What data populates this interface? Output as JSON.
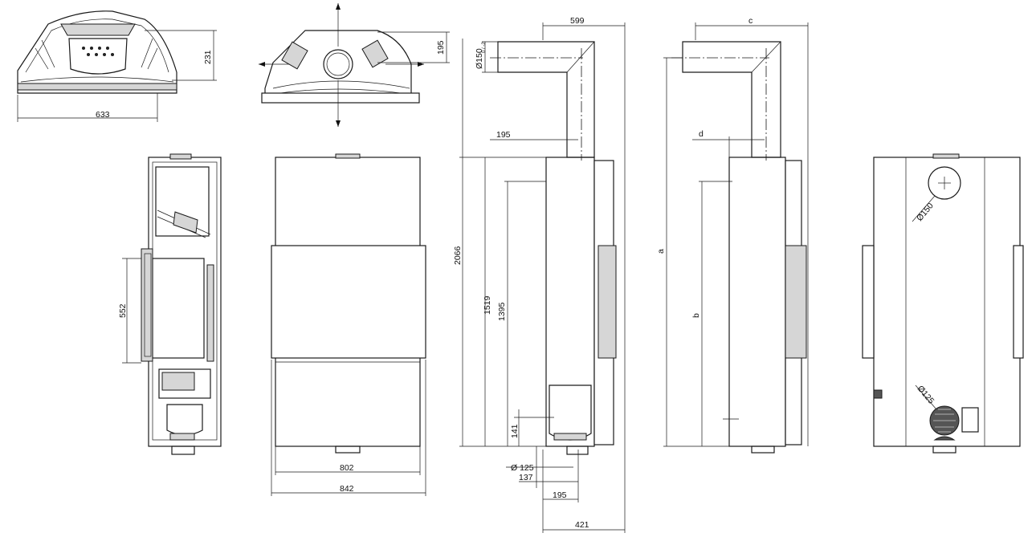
{
  "dimensions": {
    "top_width": "633",
    "top_height": "231",
    "top2_offset": "195",
    "side_height": "552",
    "front_inner_width": "802",
    "front_outer_width": "842",
    "side_total_width": "599",
    "side_flue_diameter": "Ø150",
    "side_flue_tolerance": "0 / -2",
    "side_flue_offset": "195",
    "side_total_height": "2066",
    "side_height_1519": "1519",
    "side_height_1395": "1395",
    "side_bottom_141": "141",
    "side_inlet_diameter": "Ø 125",
    "side_inlet_137": "137",
    "side_inlet_195": "195",
    "side_depth_421": "421",
    "var_c": "c",
    "var_d": "d",
    "var_a": "a",
    "var_b": "b",
    "rear_flue_diameter": "Ø150",
    "rear_inlet_diameter": "Ø125"
  }
}
